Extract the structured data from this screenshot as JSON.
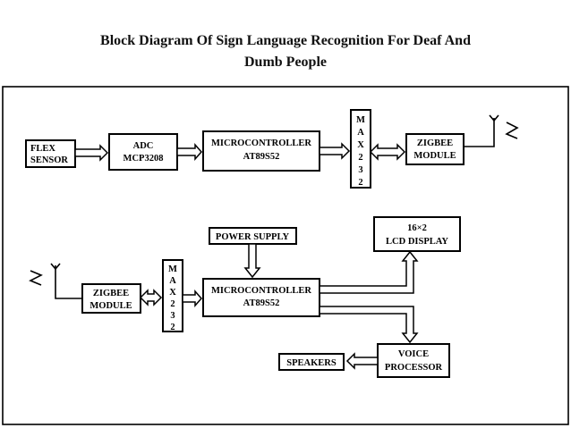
{
  "title": {
    "line1": "Block Diagram Of Sign Language Recognition For Deaf And",
    "line2": "Dumb People"
  },
  "transmitter": {
    "flex_sensor": [
      "FLEX",
      "SENSOR"
    ],
    "adc": [
      "ADC",
      "MCP3208"
    ],
    "microcontroller": [
      "MICROCONTROLLER",
      "AT89S52"
    ],
    "max232": [
      "M",
      "A",
      "X",
      "2",
      "3",
      "2"
    ],
    "zigbee": [
      "ZIGBEE",
      "MODULE"
    ]
  },
  "receiver": {
    "power_supply": "POWER SUPPLY",
    "lcd_display": [
      "16×2",
      "LCD DISPLAY"
    ],
    "zigbee": [
      "ZIGBEE",
      "MODULE"
    ],
    "max232": [
      "M",
      "A",
      "X",
      "2",
      "3",
      "2"
    ],
    "microcontroller": [
      "MICROCONTROLLER",
      "AT89S52"
    ],
    "voice_processor": [
      "VOICE",
      "PROCESSOR"
    ],
    "speakers": "SPEAKERS"
  }
}
